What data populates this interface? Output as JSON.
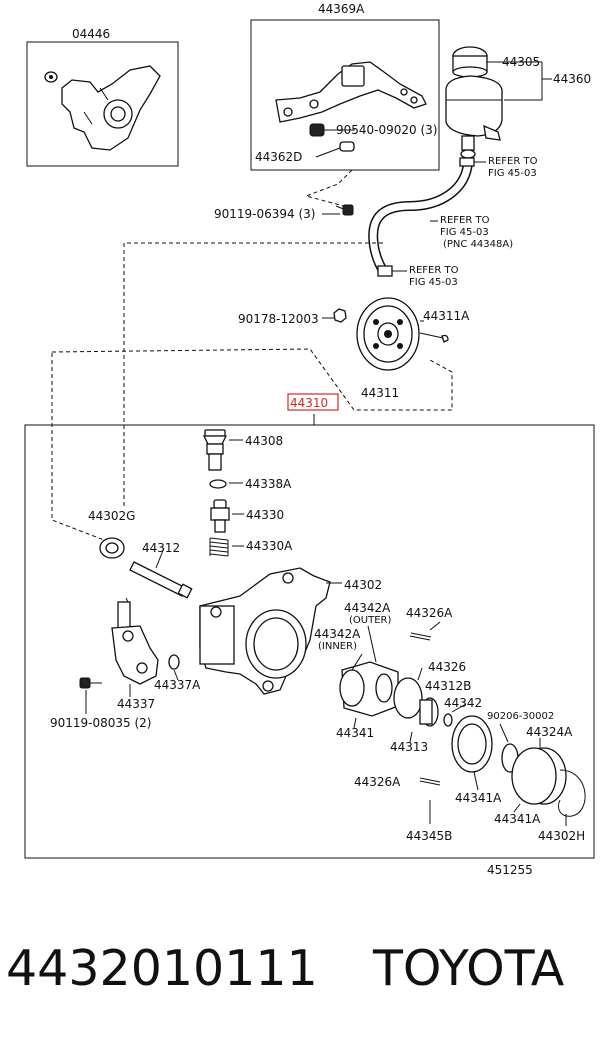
{
  "labels": {
    "l_04446": "04446",
    "l_44369A": "44369A",
    "l_44305": "44305",
    "l_44360": "44360",
    "l_90540": "90540-09020 (3)",
    "l_44362D": "44362D",
    "l_refer1a": "REFER TO",
    "l_refer1b": "FIG 45-03",
    "l_refer2a": "REFER TO",
    "l_refer2b": "FIG 45-03",
    "l_refer2c": "(PNC 44348A)",
    "l_refer3a": "REFER TO",
    "l_refer3b": "FIG 45-03",
    "l_90119_06394": "90119-06394 (3)",
    "l_90178": "90178-12003",
    "l_44311A": "44311A",
    "l_44311": "44311",
    "l_44310": "44310",
    "l_44308": "44308",
    "l_44338A": "44338A",
    "l_44302G": "44302G",
    "l_44330": "44330",
    "l_44330A": "44330A",
    "l_44312": "44312",
    "l_44302": "44302",
    "l_44342A": "44342A",
    "l_outer": "(OUTER)",
    "l_44326A_top": "44326A",
    "l_44342A_inner": "44342A",
    "l_inner": "(INNER)",
    "l_44326": "44326",
    "l_44312B": "44312B",
    "l_44342": "44342",
    "l_44337A": "44337A",
    "l_44337": "44337",
    "l_90206": "90206-30002",
    "l_44324A": "44324A",
    "l_90119_08035": "90119-08035 (2)",
    "l_44341": "44341",
    "l_44313": "44313",
    "l_44326A_bot": "44326A",
    "l_44341A_1": "44341A",
    "l_44341A_2": "44341A",
    "l_44302H": "44302H",
    "l_44345B": "44345B",
    "l_451255": "451255"
  },
  "highlight_color": "#d62828",
  "footer": {
    "part_number": "4432010111",
    "brand": "TOYOTA"
  }
}
